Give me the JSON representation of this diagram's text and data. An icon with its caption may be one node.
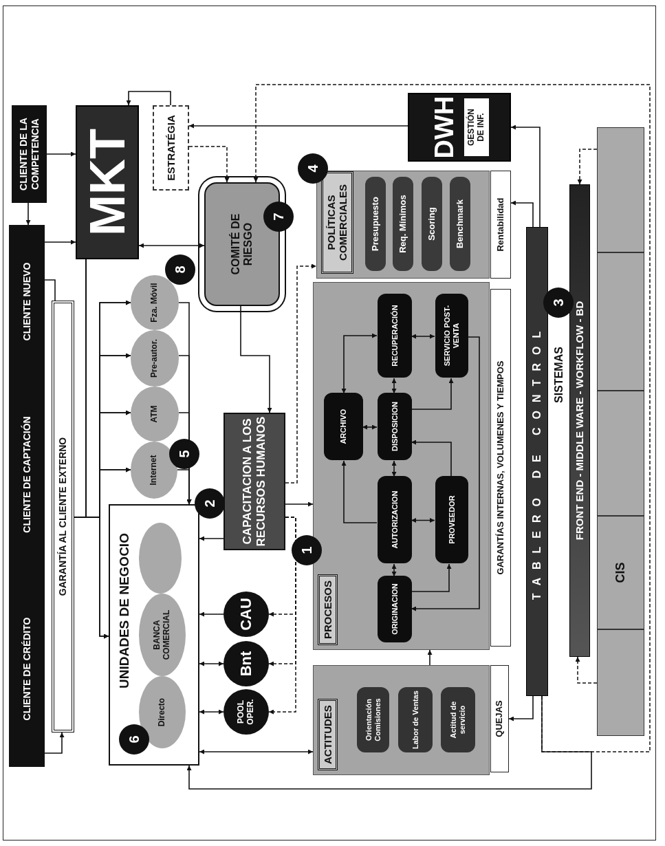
{
  "diagram": {
    "nodes": [
      {
        "text": [
          "CLIENTE DE CRÉDITO"
        ]
      },
      {
        "text": [
          "CLIENTE DE CAPTACIÓN"
        ]
      },
      {
        "text": [
          "CLIENTE NUEVO"
        ]
      },
      {
        "text": [
          "CLIENTE DE LA COMPETENCIA"
        ]
      },
      {
        "text": [
          "MKT"
        ]
      },
      {
        "text": [
          "ESTRATÉGIA"
        ]
      },
      {
        "text": [
          "DWH",
          "GESTIÓN DE INF."
        ]
      },
      {
        "text": [
          "GARANTÍA AL CLIENTE EXTERNO"
        ]
      },
      {
        "text": [
          "COMITÉ DE RIESGO"
        ]
      },
      {
        "text": [
          "Fza. Móvil"
        ]
      },
      {
        "text": [
          "Pre-autor."
        ]
      },
      {
        "text": [
          "ATM"
        ]
      },
      {
        "text": [
          "Internet"
        ]
      },
      {
        "text": [
          "CAPACITACION A LOS RECURSOS HUMANOS"
        ]
      },
      {
        "text": [
          "UNIDADES DE NEGOCIO"
        ]
      },
      {
        "text": [],
        "shape": "ellipse",
        "in": 14
      },
      {
        "text": [
          "BANCA COMERCIAL"
        ],
        "in": 14
      },
      {
        "text": [
          "Directo"
        ],
        "in": 14
      },
      {
        "text": [
          "CAU"
        ]
      },
      {
        "text": [
          "Bnt"
        ]
      },
      {
        "text": [
          "POOL OPER."
        ]
      },
      {
        "text": [
          "POLÍTICAS COMERCIALES"
        ]
      },
      {
        "text": [
          "Presupuesto"
        ],
        "in": 21
      },
      {
        "text": [
          "Req. Mínimos"
        ],
        "in": 21
      },
      {
        "text": [
          "Scoring"
        ],
        "in": 21
      },
      {
        "text": [
          "Benchmark"
        ],
        "in": 21
      },
      {
        "text": [
          "Rentabilidad"
        ]
      },
      {
        "text": [
          "PROCESOS"
        ]
      },
      {
        "text": [
          "ARCHIVO"
        ],
        "in": 27
      },
      {
        "text": [
          "RECUPERACIÓN"
        ],
        "in": 27
      },
      {
        "text": [
          "DISPOSICION"
        ],
        "in": 27
      },
      {
        "text": [
          "AUTORIZACION"
        ],
        "in": 27
      },
      {
        "text": [
          "ORIGINACION"
        ],
        "in": 27
      },
      {
        "text": [
          "SERVICIO POST-VENTA"
        ],
        "in": 27
      },
      {
        "text": [
          "PROVEEDOR"
        ],
        "in": 27
      },
      {
        "text": [
          "GARANTÍAS INTERNAS, VOLUMENES Y TIEMPOS"
        ]
      },
      {
        "text": [
          "ACTITUDES"
        ]
      },
      {
        "text": [
          "Orientación Comisiones"
        ],
        "in": 36
      },
      {
        "text": [
          "Labor de Ventas"
        ],
        "in": 36
      },
      {
        "text": [
          "Actitud de servicio"
        ],
        "in": 36
      },
      {
        "text": [
          "QUEJAS"
        ]
      },
      {
        "text": [
          "TABLERO DE CONTROL"
        ]
      },
      {
        "text": [
          "FRONT END - MIDDLE WARE - WORKFLOW - BD"
        ]
      },
      {
        "text": [],
        "shape": "box"
      },
      {
        "text": [],
        "shape": "box"
      },
      {
        "text": [],
        "shape": "box"
      },
      {
        "text": [
          "CIS"
        ]
      },
      {
        "text": [],
        "shape": "box"
      }
    ],
    "edges": [
      {
        "from": 3,
        "to": 2,
        "arrow": "to"
      },
      {
        "from": 3,
        "to": 4,
        "arrow": "to"
      },
      {
        "from": 2,
        "to": 4,
        "arrow": "to"
      },
      {
        "from": 2,
        "to": 7,
        "arrow": "none"
      },
      {
        "from": 0,
        "to": 7,
        "arrow": "to"
      },
      {
        "from": 4,
        "to": 8,
        "arrow": "both"
      },
      {
        "from": 5,
        "to": 4,
        "arrow": "to"
      },
      {
        "from": 6,
        "to": 5,
        "arrow": "to"
      },
      {
        "from": 5,
        "to": 8,
        "arrow": "to",
        "style": "dashed"
      },
      {
        "from": 8,
        "to": 13,
        "arrow": "to"
      },
      {
        "from": 4,
        "to": 9,
        "arrow": "to"
      },
      {
        "from": 4,
        "to": 10,
        "arrow": "to"
      },
      {
        "from": 4,
        "to": 11,
        "arrow": "to"
      },
      {
        "from": 4,
        "to": 12,
        "arrow": "to"
      },
      {
        "from": 4,
        "to": 14,
        "arrow": "to"
      },
      {
        "from": 7,
        "to": 9,
        "arrow": "to"
      },
      {
        "from": 7,
        "to": 10,
        "arrow": "to"
      },
      {
        "from": 7,
        "to": 11,
        "arrow": "to"
      },
      {
        "from": 7,
        "to": 12,
        "arrow": "to"
      },
      {
        "from": 7,
        "to": 14,
        "arrow": "to"
      },
      {
        "from": 9,
        "to": 14,
        "arrow": "to"
      },
      {
        "from": 10,
        "to": 14,
        "arrow": "to"
      },
      {
        "from": 11,
        "to": 14,
        "arrow": "to"
      },
      {
        "from": 12,
        "to": 14,
        "arrow": "to"
      },
      {
        "from": 13,
        "to": 14,
        "arrow": "to"
      },
      {
        "from": 13,
        "to": 27,
        "arrow": "to"
      },
      {
        "from": 13,
        "to": 21,
        "arrow": "to",
        "style": "dashed"
      },
      {
        "from": 13,
        "to": 18,
        "arrow": "to",
        "style": "dashed"
      },
      {
        "from": 13,
        "to": 19,
        "arrow": "to",
        "style": "dashed"
      },
      {
        "from": 13,
        "to": 20,
        "arrow": "to",
        "style": "dashed"
      },
      {
        "from": 18,
        "to": 14,
        "arrow": "to"
      },
      {
        "from": 19,
        "to": 14,
        "arrow": "both"
      },
      {
        "from": 20,
        "to": 14,
        "arrow": "both"
      },
      {
        "from": 14,
        "to": 36,
        "arrow": "both"
      },
      {
        "from": 36,
        "to": 27,
        "arrow": "to"
      },
      {
        "from": 32,
        "to": 31,
        "arrow": "both"
      },
      {
        "from": 31,
        "to": 30,
        "arrow": "both"
      },
      {
        "from": 30,
        "to": 29,
        "arrow": "both"
      },
      {
        "from": 31,
        "to": 34,
        "arrow": "both"
      },
      {
        "from": 30,
        "to": 28,
        "arrow": "both"
      },
      {
        "from": 31,
        "to": 28,
        "arrow": "to"
      },
      {
        "from": 28,
        "to": 29,
        "arrow": "both"
      },
      {
        "from": 29,
        "to": 33,
        "arrow": "both"
      },
      {
        "from": 34,
        "to": 30,
        "arrow": "to"
      },
      {
        "from": 30,
        "to": 33,
        "arrow": "to"
      },
      {
        "from": 33,
        "to": 32,
        "arrow": "to"
      },
      {
        "from": 32,
        "to": 34,
        "arrow": "to"
      },
      {
        "from": 41,
        "to": 6,
        "arrow": "to"
      },
      {
        "from": 41,
        "to": 26,
        "arrow": "to"
      },
      {
        "from": 41,
        "to": 40,
        "arrow": "to"
      },
      {
        "from": 41,
        "to": 8,
        "arrow": "to",
        "style": "dashed"
      },
      {
        "from": 41,
        "to": 14,
        "arrow": "to"
      },
      {
        "from": 43,
        "to": 42,
        "arrow": "to",
        "style": "dashed"
      },
      {
        "from": 47,
        "to": 42,
        "arrow": "to",
        "style": "dashed"
      }
    ],
    "labels": [
      "8",
      "7",
      "4",
      "5",
      "2",
      "1",
      "3",
      "SISTEMAS",
      "6"
    ]
  }
}
